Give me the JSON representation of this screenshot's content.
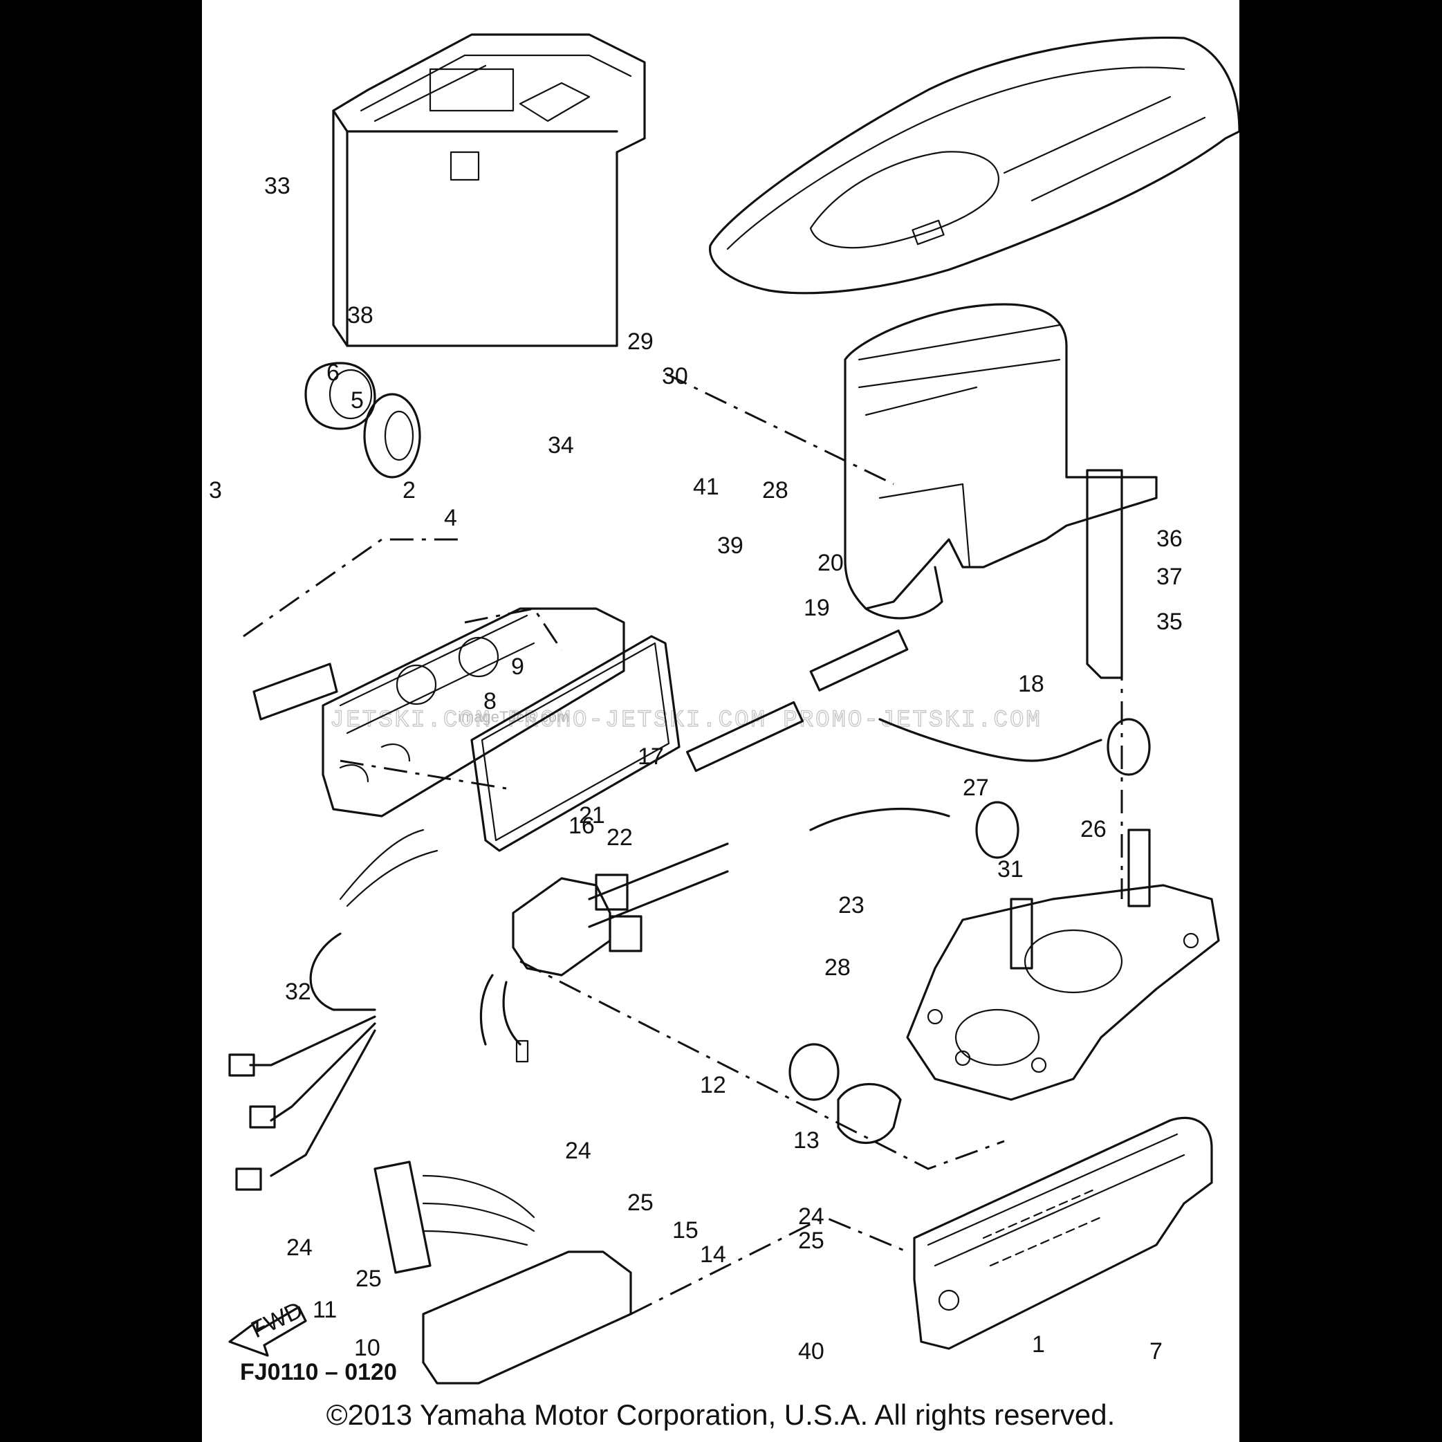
{
  "diagram": {
    "part_labels": [
      "1",
      "2",
      "3",
      "4",
      "5",
      "6",
      "7",
      "8",
      "9",
      "10",
      "11",
      "12",
      "13",
      "14",
      "15",
      "16",
      "17",
      "18",
      "19",
      "20",
      "21",
      "22",
      "23",
      "24",
      "24",
      "24",
      "25",
      "25",
      "25",
      "26",
      "27",
      "28",
      "28",
      "29",
      "30",
      "31",
      "32",
      "33",
      "34",
      "35",
      "36",
      "37",
      "38",
      "39",
      "40",
      "41"
    ],
    "fwd_label": "FWD",
    "figure_code": "FJ0110 – 0120",
    "watermark": "JETSKI.COM    PROMO-JETSKI.COM    PROMO-JETSKI.COM",
    "watermark_small": "imageTJets.com"
  },
  "footer": {
    "copyright": "©2013 Yamaha Motor Corporation, U.S.A. All rights reserved."
  }
}
